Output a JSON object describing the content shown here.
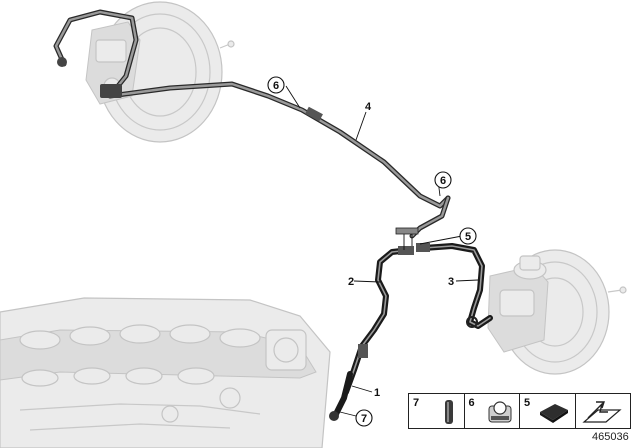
{
  "callouts": {
    "c1": "1",
    "c2": "2",
    "c3": "3",
    "c4": "4",
    "c5": "5",
    "c6a": "6",
    "c6b": "6",
    "c7": "7"
  },
  "legend": [
    {
      "number": "7",
      "icon": "hose-clamp-sleeve-icon"
    },
    {
      "number": "6",
      "icon": "pipe-clip-icon"
    },
    {
      "number": "5",
      "icon": "foam-pad-icon"
    },
    {
      "number": "",
      "icon": "direction-arrow-icon"
    }
  ],
  "document_number": "465036"
}
